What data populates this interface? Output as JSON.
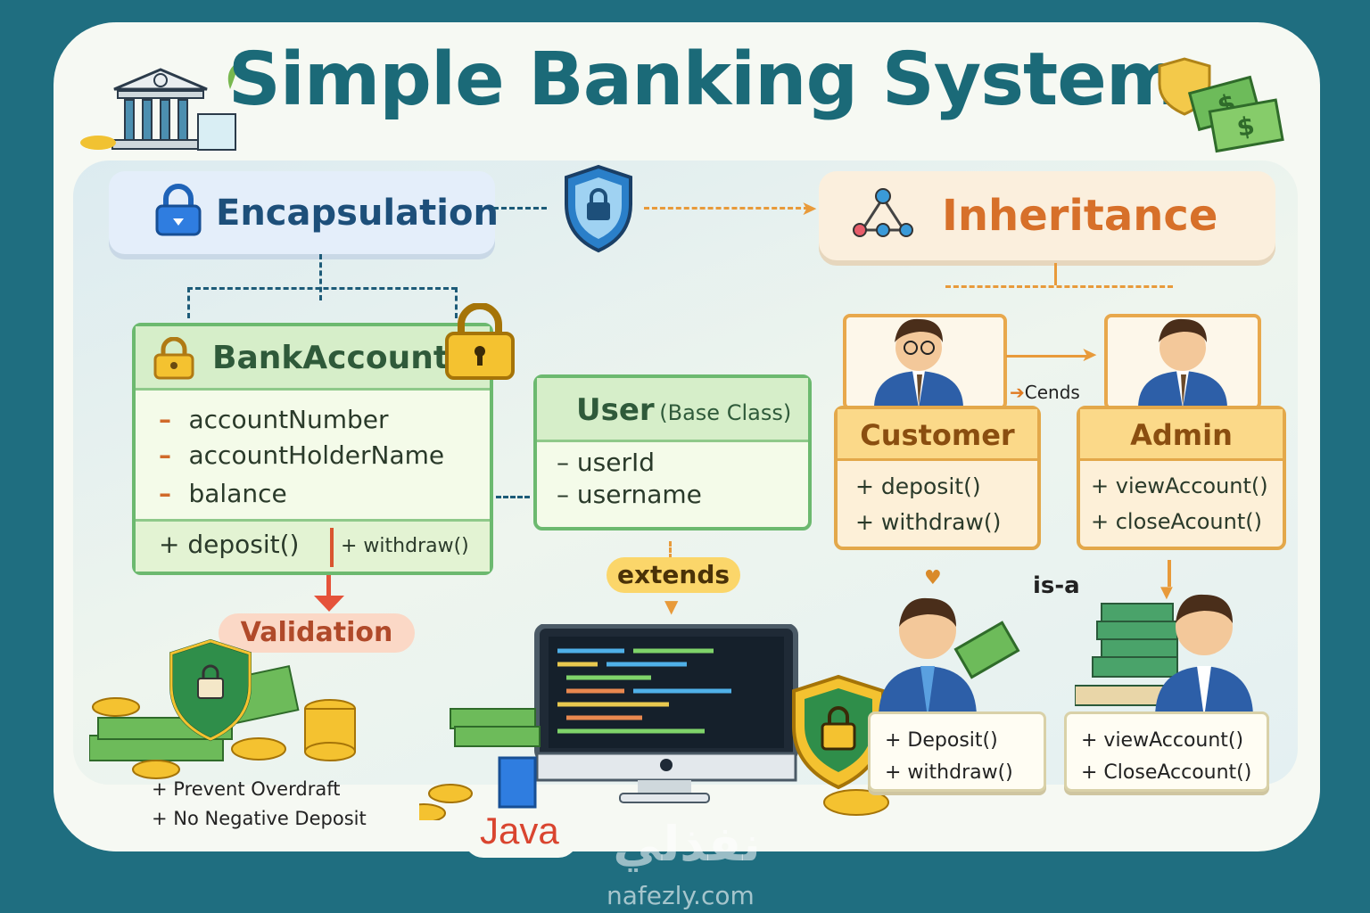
{
  "title": "Simple Banking System",
  "encapsulation": {
    "label": "Encapsulation"
  },
  "inheritance": {
    "label": "Inheritance",
    "relation": "Cends",
    "is_a": "is-a"
  },
  "bank_account": {
    "name": "BankAccount",
    "fields": [
      "accountNumber",
      "accountHolderName",
      "balance"
    ],
    "methods": [
      "+ deposit()",
      "+ withdraw()"
    ]
  },
  "user": {
    "name": "User",
    "note": "(Base Class)",
    "fields": [
      "– userId",
      "– username"
    ]
  },
  "extends": "extends",
  "validation": {
    "label": "Validation",
    "rules": [
      "+ Prevent Overdraft",
      "+ No Negative Deposit"
    ]
  },
  "customer": {
    "name": "Customer",
    "methods": [
      "+ deposit()",
      "+ withdraw()"
    ],
    "card": [
      "+ Deposit()",
      "+ withdraw()"
    ]
  },
  "admin": {
    "name": "Admin",
    "methods": [
      "+ viewAccount()",
      "+ closeAcount()"
    ],
    "card": [
      "+ viewAccount()",
      "+ CloseAccount()"
    ]
  },
  "java": "Java",
  "watermark": {
    "arabic": "نفذلي",
    "site": "nafezly.com"
  },
  "colors": {
    "background": "#1f6e80",
    "title": "#1b6a78",
    "green": "#6cb96f",
    "orange": "#e3a84a",
    "java": "#d9452f"
  }
}
